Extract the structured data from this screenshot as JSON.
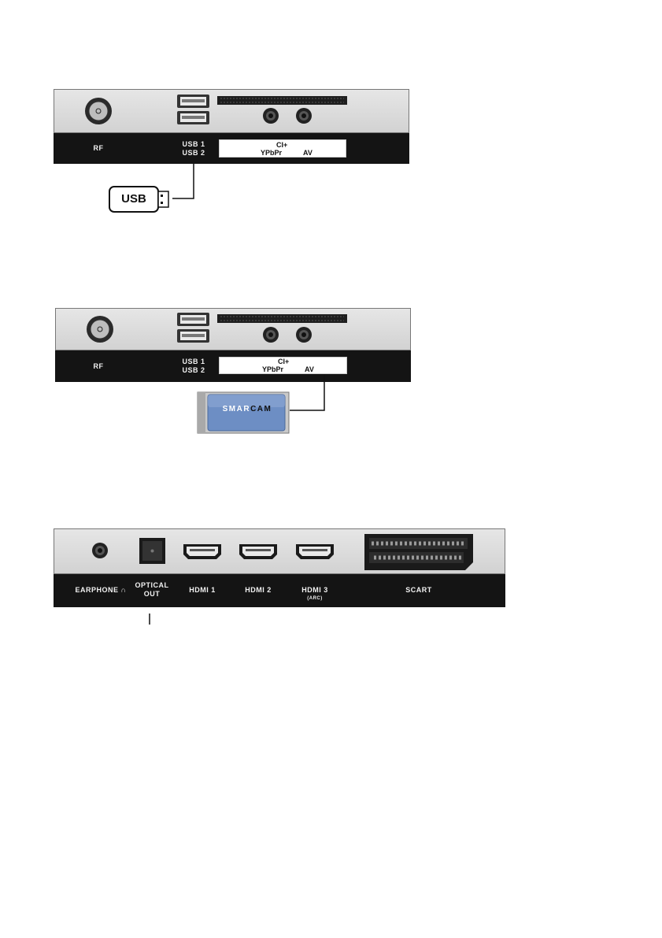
{
  "panel1": {
    "rf": "RF",
    "usb1": "USB 1",
    "usb2": "USB 2",
    "ci": "CI+",
    "ypbpr": "YPbPr",
    "av": "AV",
    "usb_stick": "USB"
  },
  "panel2": {
    "rf": "RF",
    "usb1": "USB 1",
    "usb2": "USB 2",
    "ci": "CI+",
    "ypbpr": "YPbPr",
    "av": "AV",
    "cam_brand_a": "SMAR",
    "cam_brand_b": "CAM"
  },
  "panel3": {
    "earphone": "EARPHONE",
    "earphone_symbol": "∩",
    "optical": "OPTICAL",
    "optical_out": "OUT",
    "hdmi1": "HDMI 1",
    "hdmi2": "HDMI 2",
    "hdmi3": "HDMI 3",
    "arc": "(ARC)",
    "scart": "SCART"
  },
  "colors": {
    "plate": "#dcdcdc",
    "strip": "#141414",
    "cam_blue": "#5f7fb8"
  }
}
